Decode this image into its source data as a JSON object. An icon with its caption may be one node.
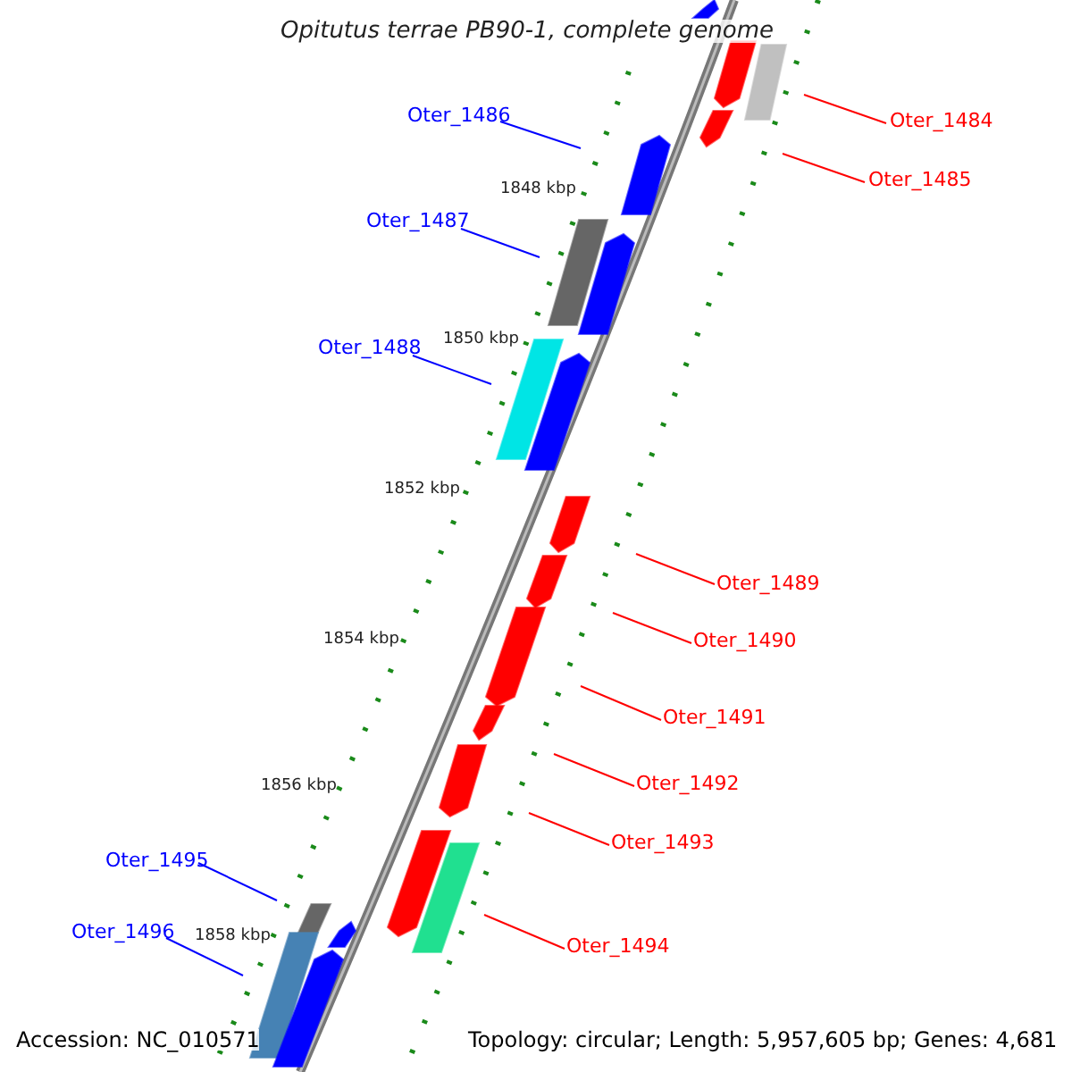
{
  "diagram": {
    "title": "Opitutus terrae PB90-1, complete genome",
    "nodes": [
      {
        "text": [
          "Oter_1484"
        ]
      },
      {
        "text": [
          "Oter_1485"
        ]
      },
      {
        "text": [
          "Oter_1486"
        ]
      },
      {
        "text": [
          "Oter_1487"
        ]
      },
      {
        "text": [
          "Oter_1488"
        ]
      },
      {
        "text": [
          "Oter_1489"
        ]
      },
      {
        "text": [
          "Oter_1490"
        ]
      },
      {
        "text": [
          "Oter_1491"
        ]
      },
      {
        "text": [
          "Oter_1492"
        ]
      },
      {
        "text": [
          "Oter_1493"
        ]
      },
      {
        "text": [
          "Oter_1494"
        ]
      },
      {
        "text": [
          "Oter_1495"
        ]
      },
      {
        "text": [
          "Oter_1496"
        ]
      }
    ],
    "edges": [
      {
        "from": 0,
        "to": null,
        "arrow": "none"
      },
      {
        "from": 1,
        "to": null,
        "arrow": "none"
      },
      {
        "from": 2,
        "to": null,
        "arrow": "none",
        "color": "#0000ff"
      },
      {
        "from": 3,
        "to": null,
        "arrow": "none",
        "color": "#0000ff"
      },
      {
        "from": 4,
        "to": null,
        "arrow": "none",
        "color": "#0000ff"
      },
      {
        "from": 5,
        "to": null,
        "arrow": "none"
      },
      {
        "from": 6,
        "to": null,
        "arrow": "none"
      },
      {
        "from": 7,
        "to": null,
        "arrow": "none"
      },
      {
        "from": 8,
        "to": null,
        "arrow": "none"
      },
      {
        "from": 9,
        "to": null,
        "arrow": "none"
      },
      {
        "from": 10,
        "to": null,
        "arrow": "none"
      },
      {
        "from": 11,
        "to": null,
        "arrow": "none",
        "color": "#0000ff"
      },
      {
        "from": 12,
        "to": null,
        "arrow": "none",
        "color": "#0000ff"
      }
    ],
    "labels": [
      "1848 kbp",
      "1850 kbp",
      "1852 kbp",
      "1854 kbp",
      "1856 kbp",
      "1858 kbp",
      "Accession: NC_010571",
      "Topology: circular; Length: 5,957,605 bp; Genes: 4,681"
    ]
  }
}
